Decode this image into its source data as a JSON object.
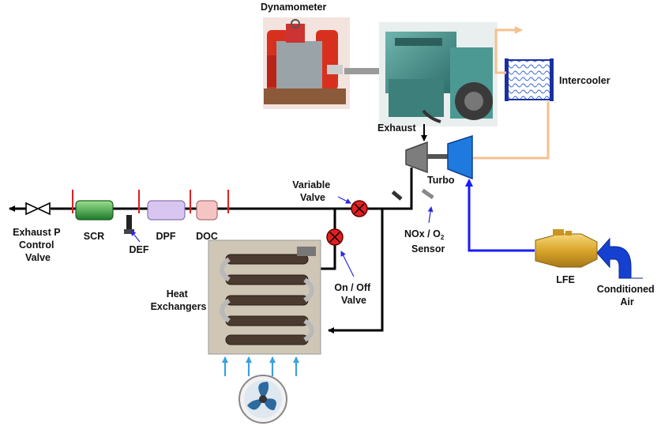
{
  "labels": {
    "dynamometer": "Dynamometer",
    "intercooler": "Intercooler",
    "exhaust": "Exhaust",
    "turbo": "Turbo",
    "variable_valve": [
      "Variable",
      "Valve"
    ],
    "nox_sensor": [
      "NOx / O",
      "2",
      "Sensor"
    ],
    "exhaust_p_valve": [
      "Exhaust P",
      "Control",
      "Valve"
    ],
    "scr": "SCR",
    "def": "DEF",
    "dpf": "DPF",
    "doc": "DOC",
    "heat_exchangers": [
      "Heat",
      "Exchangers"
    ],
    "on_off_valve": [
      "On / Off",
      "Valve"
    ],
    "lfe": "LFE",
    "conditioned_air": [
      "Conditioned",
      "Air"
    ]
  },
  "colors": {
    "exhaust_line": "#000000",
    "air_intake": "#1a1aff",
    "charge_air": "#f6c08f",
    "scr_fill": "#2f9e3a",
    "dpf_fill": "#d9c6f0",
    "doc_fill": "#f7c4c4",
    "valve_red": "#e02020",
    "flange_red": "#e02020",
    "engine_teal": "#3f8f8a",
    "dyno_red": "#d8301f",
    "cooling_arrows": "#3aa0e0"
  },
  "icons": [
    "dynamometer-image",
    "engine-image",
    "intercooler-icon",
    "turbo-icon",
    "lfe-icon",
    "fan-icon",
    "heat-exchanger-image",
    "valve-icon",
    "def-injector-icon",
    "nox-sensor-icon"
  ]
}
